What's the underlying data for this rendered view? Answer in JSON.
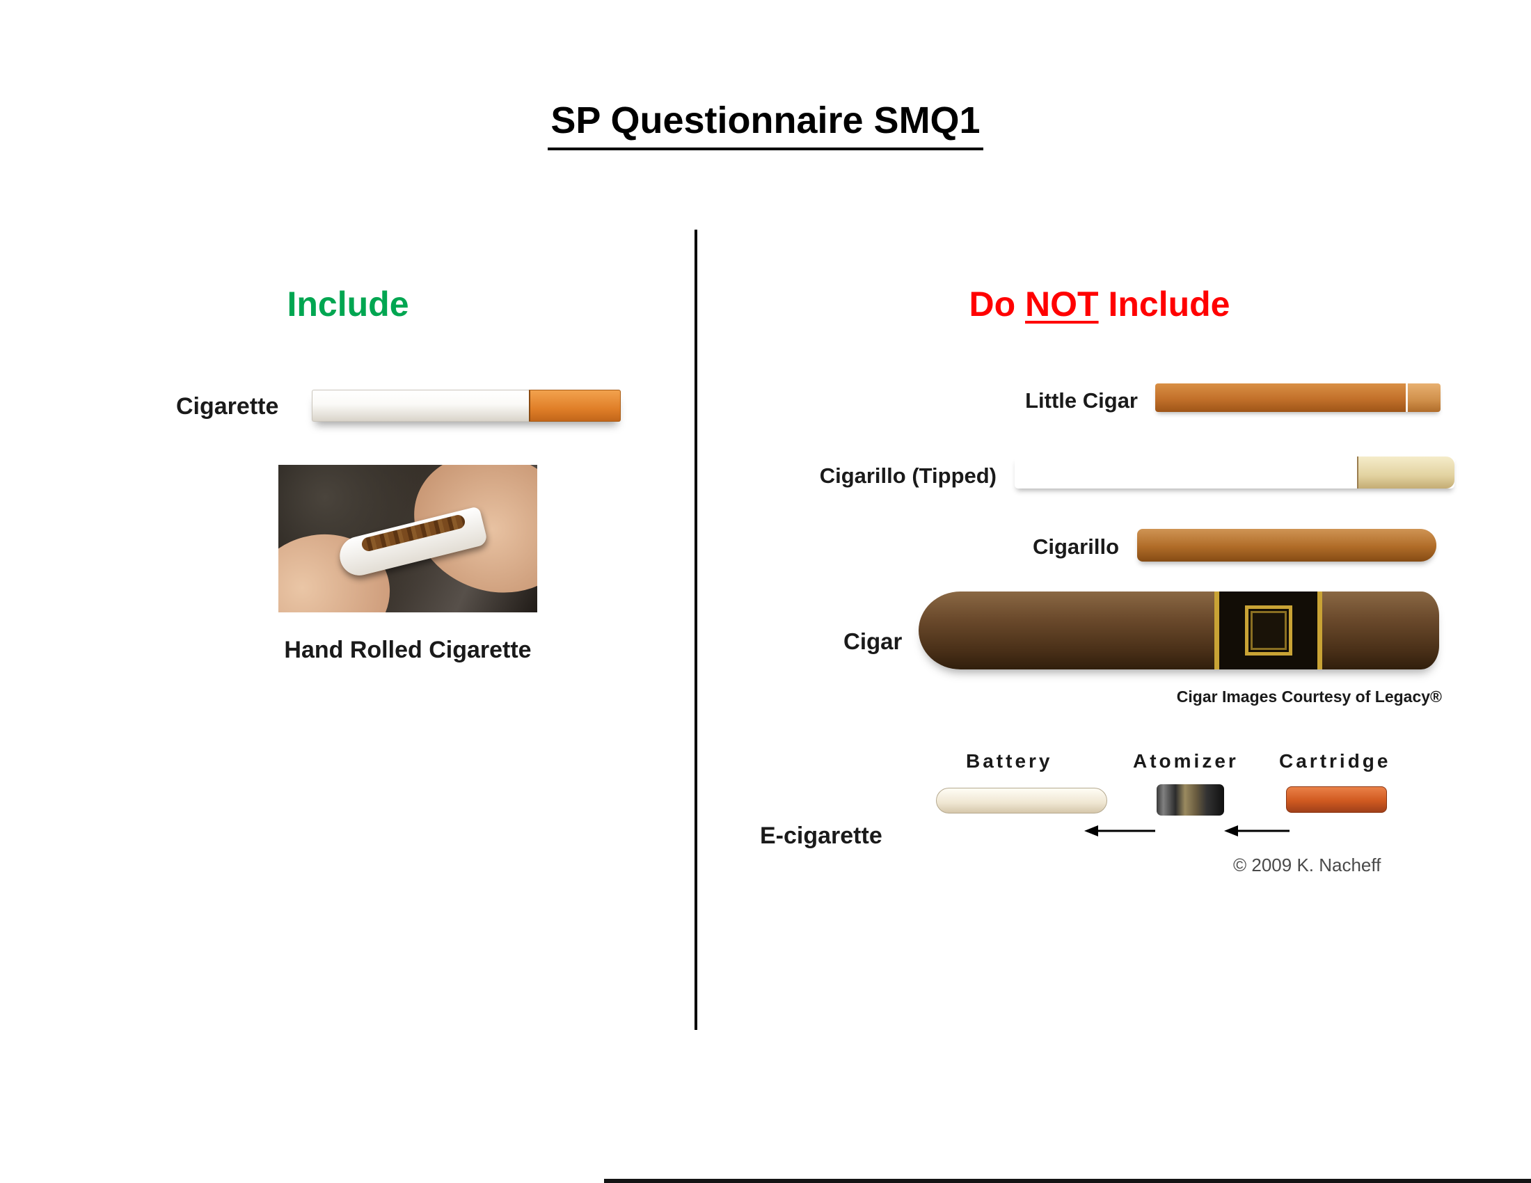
{
  "page": {
    "title": "SP Questionnaire SMQ1"
  },
  "include": {
    "heading": "Include",
    "cigarette_label": "Cigarette",
    "hand_rolled_label": "Hand Rolled Cigarette"
  },
  "exclude": {
    "heading_prefix": "Do ",
    "heading_not": "NOT",
    "heading_suffix": " Include",
    "little_cigar_label": "Little Cigar",
    "cigarillo_tipped_label": "Cigarillo (Tipped)",
    "cigarillo_label": "Cigarillo",
    "cigar_label": "Cigar",
    "cigar_credit": "Cigar Images Courtesy of Legacy®",
    "ecig": {
      "battery_label": "Battery",
      "atomizer_label": "Atomizer",
      "cartridge_label": "Cartridge",
      "name_label": "E-cigarette",
      "copyright": "© 2009 K. Nacheff"
    }
  },
  "colors": {
    "include_green": "#00A651",
    "exclude_red": "#FF0000",
    "cigarette_filter_orange": "#E07F28",
    "little_cigar_brown": "#C2702A",
    "cigarillo_tipped_body_brown": "#5A3F28",
    "cigarillo_tip_cream": "#EDDFB3",
    "cigarillo_brown": "#B06C28",
    "cigar_brown": "#5C3D22",
    "cigar_band_gold": "#C9A335",
    "cartridge_orange": "#D05A20"
  }
}
